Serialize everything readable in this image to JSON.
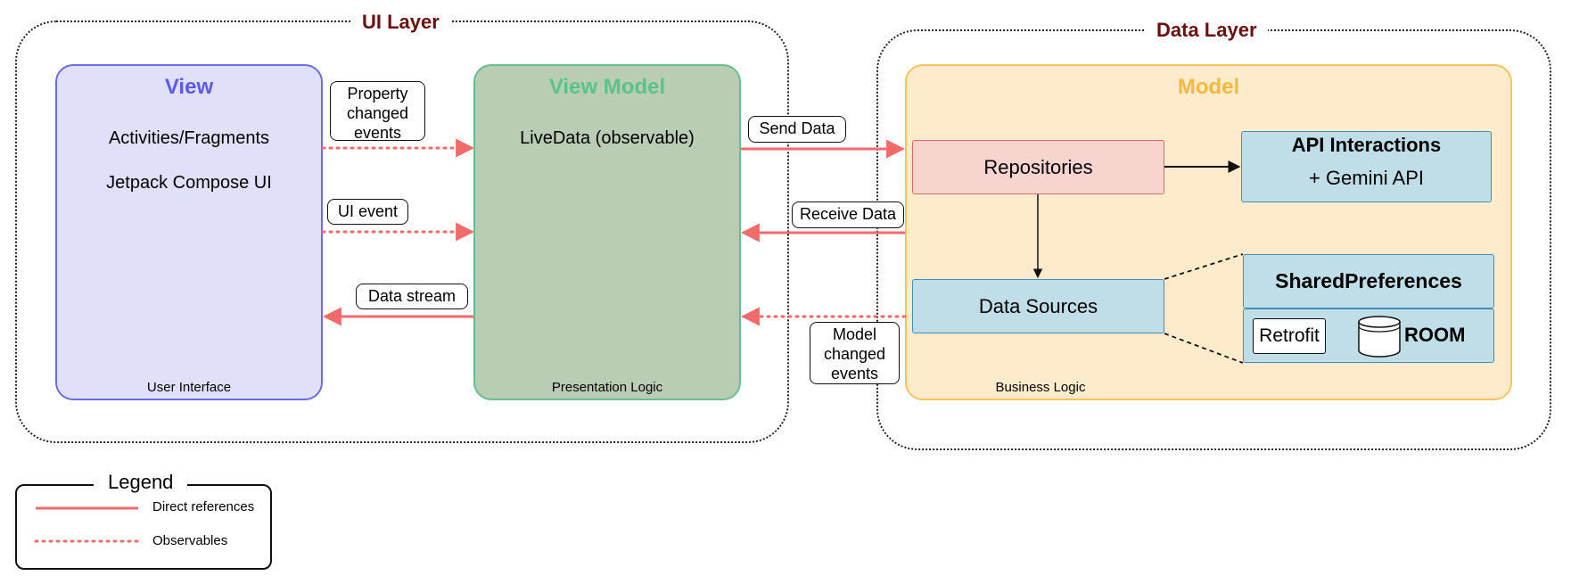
{
  "ui_layer": {
    "title": "UI Layer",
    "view": {
      "title": "View",
      "line1": "Activities/Fragments",
      "line2": "Jetpack Compose UI",
      "footer": "User Interface"
    },
    "view_model": {
      "title": "View Model",
      "line1": "LiveData (observable)",
      "footer": "Presentation Logic"
    }
  },
  "data_layer": {
    "title": "Data Layer",
    "model": {
      "title": "Model",
      "footer": "Business Logic",
      "repositories": "Repositories",
      "api_title": "API Interactions",
      "api_sub": "+ Gemini API",
      "data_sources": "Data Sources",
      "shared_prefs": "SharedPreferences",
      "retrofit": "Retrofit",
      "room": "ROOM"
    }
  },
  "edges": {
    "property_changed": "Property changed events",
    "ui_event": "UI event",
    "data_stream": "Data stream",
    "send_data": "Send Data",
    "receive_data": "Receive Data",
    "model_changed": "Model changed events"
  },
  "legend": {
    "title": "Legend",
    "direct": "Direct references",
    "observables": "Observables"
  },
  "colors": {
    "arrow_red": "#f26b6b",
    "layer_title": "#6b0f0f",
    "view_title": "#5b5bea",
    "view_model_title": "#58c48a",
    "model_title": "#f6b93b"
  }
}
